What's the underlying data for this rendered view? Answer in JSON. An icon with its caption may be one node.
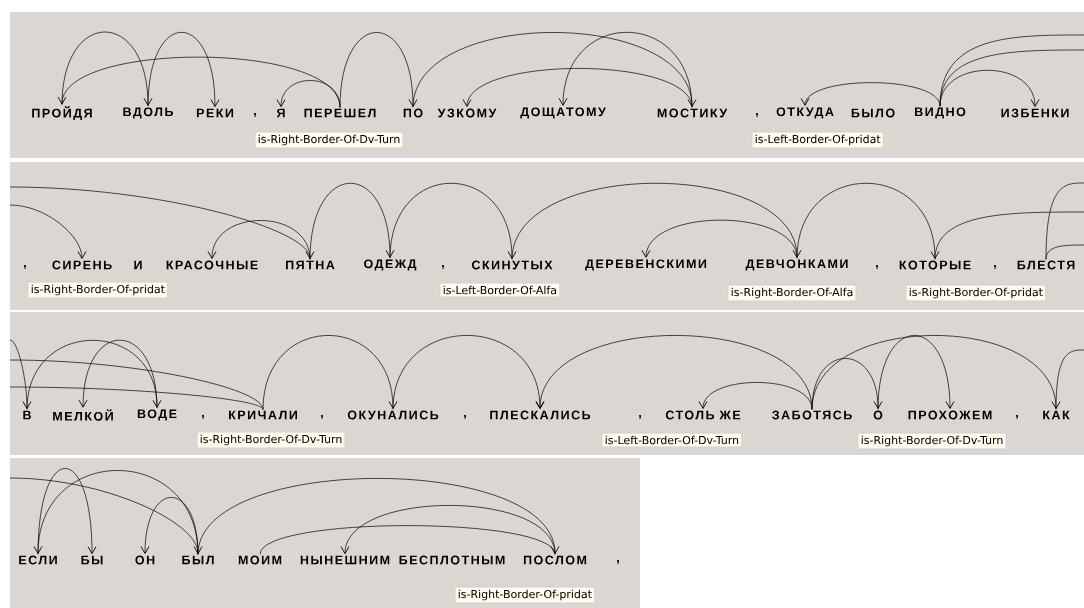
{
  "diagram": {
    "nodes": [
      {
        "text": [
          "ПРОЙДЯ"
        ]
      },
      {
        "text": [
          "ВДОЛЬ"
        ]
      },
      {
        "text": [
          "РЕКИ"
        ]
      },
      {
        "text": [
          "Я"
        ]
      },
      {
        "text": [
          "ПЕРЕШЕЛ"
        ]
      },
      {
        "text": [
          "ПО"
        ]
      },
      {
        "text": [
          "УЗКОМУ"
        ]
      },
      {
        "text": [
          "ДОЩАТОМУ"
        ]
      },
      {
        "text": [
          "МОСТИКУ"
        ]
      },
      {
        "text": [
          "ОТКУДА"
        ]
      },
      {
        "text": [
          "БЫЛО"
        ]
      },
      {
        "text": [
          "ВИДНО"
        ]
      },
      {
        "text": [
          "ИЗБЕНКИ"
        ]
      },
      {
        "text": [
          "СИРЕНЬ"
        ]
      },
      {
        "text": [
          "И"
        ]
      },
      {
        "text": [
          "КРАСОЧНЫЕ"
        ]
      },
      {
        "text": [
          "ПЯТНА"
        ]
      },
      {
        "text": [
          "ОДЕЖД"
        ]
      },
      {
        "text": [
          "СКИНУТЫХ"
        ]
      },
      {
        "text": [
          "ДЕРЕВЕНСКИМИ"
        ]
      },
      {
        "text": [
          "ДЕВЧОНКАМИ"
        ]
      },
      {
        "text": [
          "КОТОРЫЕ"
        ]
      },
      {
        "text": [
          "БЛЕСТЯ"
        ]
      },
      {
        "text": [
          "В"
        ]
      },
      {
        "text": [
          "МЕЛКОЙ"
        ]
      },
      {
        "text": [
          "ВОДЕ"
        ]
      },
      {
        "text": [
          "КРИЧАЛИ"
        ]
      },
      {
        "text": [
          "ОКУНАЛИСЬ"
        ]
      },
      {
        "text": [
          "ПЛЕСКАЛИСЬ"
        ]
      },
      {
        "text": [
          "СТОЛЬ ЖЕ"
        ]
      },
      {
        "text": [
          "ЗАБОТЯСЬ"
        ]
      },
      {
        "text": [
          "О"
        ]
      },
      {
        "text": [
          "ПРОХОЖЕМ"
        ]
      },
      {
        "text": [
          "КАК"
        ]
      },
      {
        "text": [
          "ЕСЛИ"
        ]
      },
      {
        "text": [
          "БЫ"
        ]
      },
      {
        "text": [
          "ОН"
        ]
      },
      {
        "text": [
          "БЫЛ"
        ]
      },
      {
        "text": [
          "МОИМ"
        ]
      },
      {
        "text": [
          "НЫНЕШНИМ"
        ]
      },
      {
        "text": [
          "БЕСПЛОТНЫМ"
        ]
      },
      {
        "text": [
          "ПОСЛОМ"
        ]
      }
    ],
    "edges": [
      {
        "from": 0,
        "to": 1,
        "arrow": "to"
      },
      {
        "from": 1,
        "to": 2,
        "arrow": "to"
      },
      {
        "from": 4,
        "to": 0,
        "arrow": "to"
      },
      {
        "from": 4,
        "to": 3,
        "arrow": "to"
      },
      {
        "from": 4,
        "to": 5,
        "arrow": "to"
      },
      {
        "from": 5,
        "to": 8,
        "arrow": "to"
      },
      {
        "from": 8,
        "to": 6,
        "arrow": "to"
      },
      {
        "from": 8,
        "to": 7,
        "arrow": "to"
      },
      {
        "from": 11,
        "to": 9,
        "arrow": "to"
      },
      {
        "from": 11,
        "to": 12,
        "arrow": "to"
      },
      {
        "from": 11,
        "to": null,
        "arrow": "none"
      },
      {
        "from": null,
        "to": 13,
        "arrow": "to"
      },
      {
        "from": 11,
        "to": null,
        "arrow": "none"
      },
      {
        "from": null,
        "to": 16,
        "arrow": "to"
      },
      {
        "from": 16,
        "to": 15,
        "arrow": "to"
      },
      {
        "from": 16,
        "to": 17,
        "arrow": "to"
      },
      {
        "from": 17,
        "to": 18,
        "arrow": "to"
      },
      {
        "from": 18,
        "to": 20,
        "arrow": "to"
      },
      {
        "from": 20,
        "to": 19,
        "arrow": "to"
      },
      {
        "from": 20,
        "to": 21,
        "arrow": "to"
      },
      {
        "from": 21,
        "to": null,
        "arrow": "none"
      },
      {
        "from": null,
        "to": 26,
        "arrow": "none"
      },
      {
        "from": 22,
        "to": null,
        "arrow": "none"
      },
      {
        "from": null,
        "to": 23,
        "arrow": "to"
      },
      {
        "from": 22,
        "to": null,
        "arrow": "none"
      },
      {
        "from": null,
        "to": 26,
        "arrow": "none"
      },
      {
        "from": 23,
        "to": 25,
        "arrow": "to"
      },
      {
        "from": 25,
        "to": 24,
        "arrow": "to"
      },
      {
        "from": 26,
        "to": 27,
        "arrow": "to"
      },
      {
        "from": 27,
        "to": 28,
        "arrow": "to"
      },
      {
        "from": 30,
        "to": 28,
        "arrow": "to"
      },
      {
        "from": 30,
        "to": 29,
        "arrow": "to"
      },
      {
        "from": 30,
        "to": 31,
        "arrow": "to"
      },
      {
        "from": 31,
        "to": 32,
        "arrow": "to"
      },
      {
        "from": 30,
        "to": 33,
        "arrow": "to"
      },
      {
        "from": 33,
        "to": null,
        "arrow": "none"
      },
      {
        "from": null,
        "to": 37,
        "arrow": "to"
      },
      {
        "from": 37,
        "to": 34,
        "arrow": "to"
      },
      {
        "from": 34,
        "to": 35,
        "arrow": "to"
      },
      {
        "from": 37,
        "to": 36,
        "arrow": "to"
      },
      {
        "from": 37,
        "to": 41,
        "arrow": "to"
      },
      {
        "from": 41,
        "to": 38,
        "arrow": "none"
      },
      {
        "from": 41,
        "to": 39,
        "arrow": "to"
      }
    ],
    "labels": [
      ",",
      "is-Right-Border-Of-Dv-Turn",
      ",",
      "is-Left-Border-Of-pridat",
      ",",
      ",",
      ",",
      ",",
      "is-Right-Border-Of-pridat",
      "is-Left-Border-Of-Alfa",
      "is-Right-Border-Of-Alfa",
      "is-Right-Border-Of-pridat",
      ",",
      ",",
      ",",
      ",",
      ",",
      "is-Right-Border-Of-Dv-Turn",
      "is-Left-Border-Of-Dv-Turn",
      "is-Right-Border-Of-Dv-Turn",
      ",",
      "is-Right-Border-Of-pridat"
    ]
  }
}
